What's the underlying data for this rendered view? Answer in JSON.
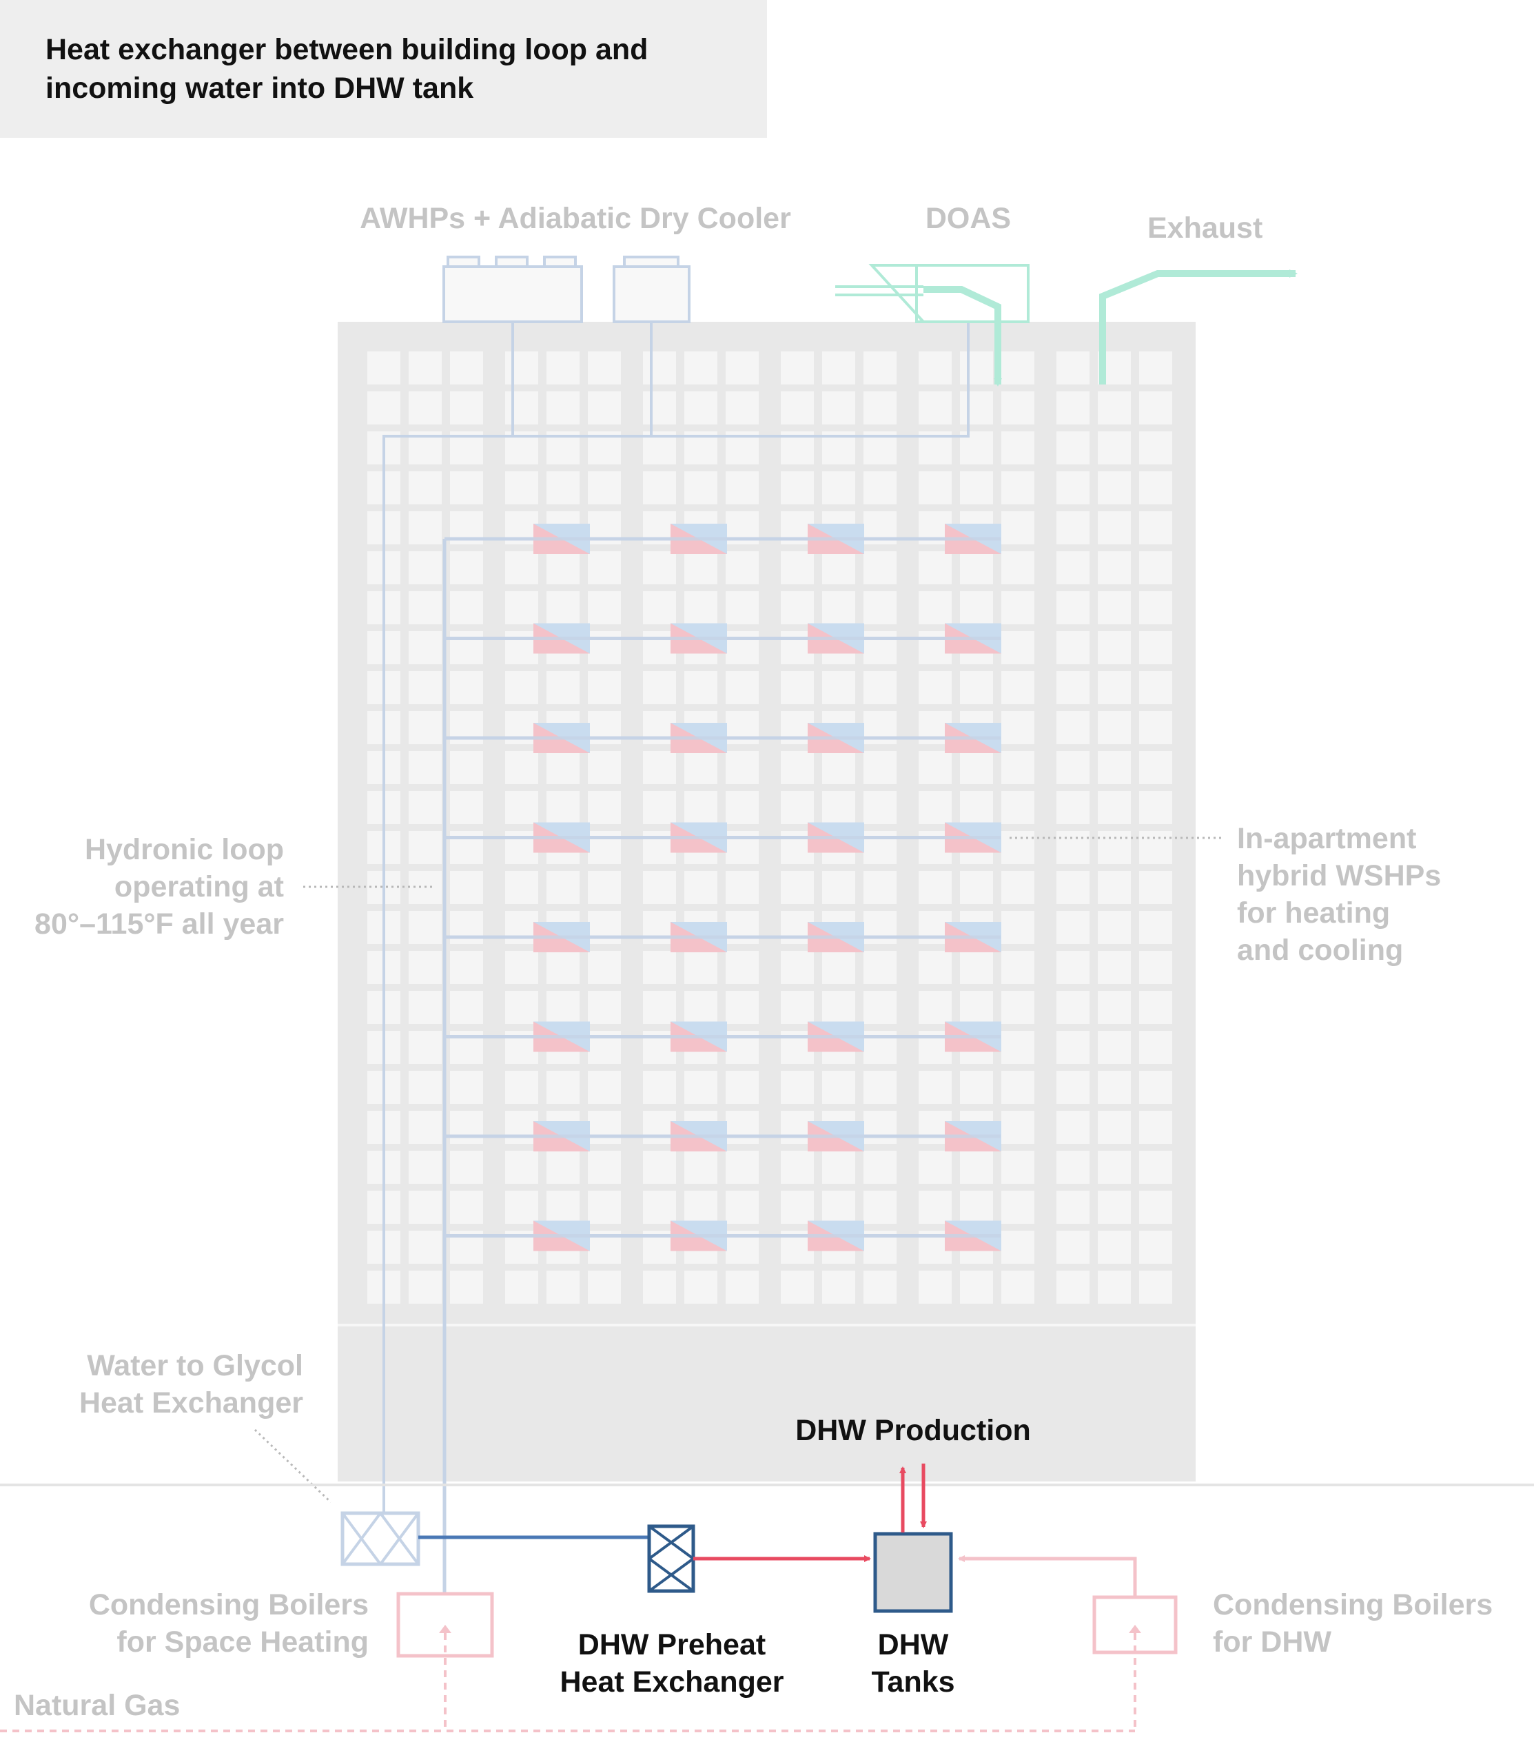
{
  "header": {
    "title_line1": "Heat exchanger between building loop and",
    "title_line2": "incoming water into DHW tank"
  },
  "labels": {
    "awhp": "AWHPs + Adiabatic Dry Cooler",
    "doas": "DOAS",
    "exhaust": "Exhaust",
    "hydronic_line1": "Hydronic loop",
    "hydronic_line2": "operating at",
    "hydronic_line3": "80°–115°F all year",
    "wshp_line1": "In-apartment",
    "wshp_line2": "hybrid WSHPs",
    "wshp_line3": "for heating",
    "wshp_line4": "and cooling",
    "glycol_line1": "Water to Glycol",
    "glycol_line2": "Heat Exchanger",
    "dhw_production": "DHW Production",
    "boilers_space_line1": "Condensing Boilers",
    "boilers_space_line2": "for Space Heating",
    "preheat_line1": "DHW Preheat",
    "preheat_line2": "Heat Exchanger",
    "tanks_line1": "DHW",
    "tanks_line2": "Tanks",
    "boilers_dhw_line1": "Condensing Boilers",
    "boilers_dhw_line2": "for DHW",
    "natural_gas": "Natural Gas"
  },
  "colors": {
    "building": "#e8e8e8",
    "window": "#f5f5f5",
    "pipe_faded": "#c5d3e6",
    "pipe_blue": "#4a78b5",
    "hot_red": "#e84a60",
    "hot_faded": "#f4c2c9",
    "doas_green": "#b0ead7",
    "equipment_dark": "#2e5a8a",
    "tank_fill": "#d9d9d9"
  },
  "building": {
    "floors_with_wshps": 8,
    "wshps_per_floor": 4
  }
}
